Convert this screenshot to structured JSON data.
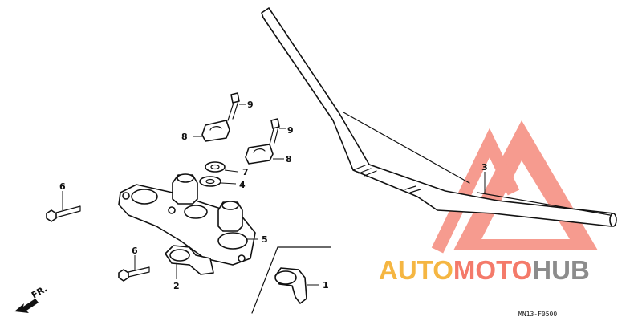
{
  "callouts": {
    "c1": "1",
    "c2": "2",
    "c3": "3",
    "c4": "4",
    "c5": "5",
    "c6a": "6",
    "c6b": "6",
    "c7": "7",
    "c8a": "8",
    "c8b": "8",
    "c9a": "9",
    "c9b": "9"
  },
  "direction_label": "FR.",
  "figure_code": "MN13-F0500",
  "watermark": {
    "part1": "AUTO",
    "part2": "MOTO",
    "part3": "HUB",
    "color_orange": "#f5b642",
    "color_red": "#f47a6a",
    "color_gray": "#8c8c8c"
  },
  "icons": [
    "fr-arrow-icon",
    "watermark-triangle-icon"
  ]
}
